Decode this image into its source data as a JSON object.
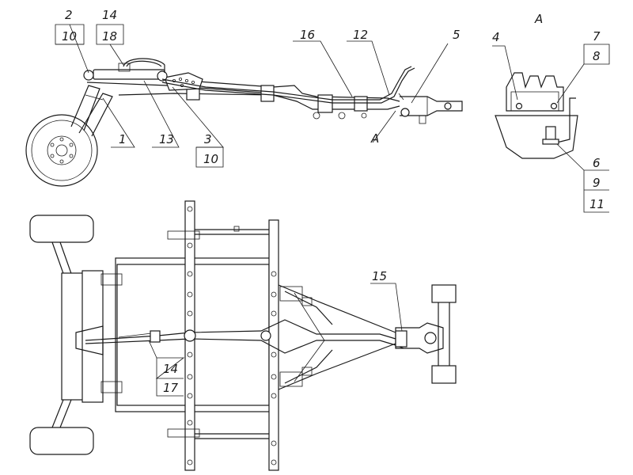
{
  "callouts": {
    "side_view": {
      "l2": "2",
      "l10a": "10",
      "l14": "14",
      "l18": "18",
      "l16": "16",
      "l12": "12",
      "l5": "5",
      "lA": "A",
      "l1": "1",
      "l13": "13",
      "l3": "3",
      "l10b": "10"
    },
    "detail_view": {
      "title": "A",
      "l4": "4",
      "l7": "7",
      "l8": "8",
      "l6": "6",
      "l9": "9",
      "l11": "11"
    },
    "top_view": {
      "l15": "15",
      "l14": "14",
      "l17": "17"
    }
  }
}
